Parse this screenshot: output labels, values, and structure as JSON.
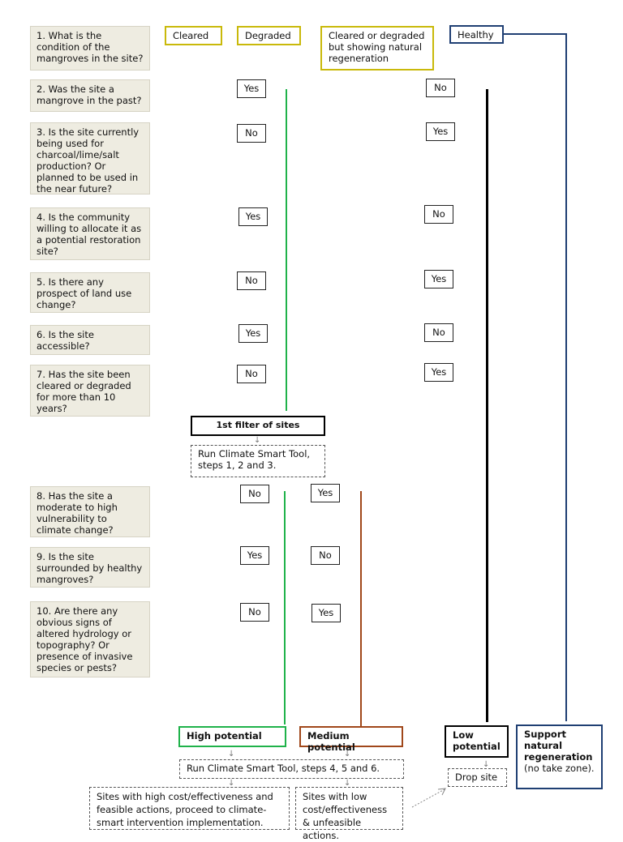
{
  "conditions": {
    "cleared": "Cleared",
    "degraded": "Degraded",
    "regen": "Cleared or degraded but showing natural regeneration",
    "healthy": "Healthy"
  },
  "questions": [
    "1. What is the condition of the mangroves in the site?",
    "2. Was the site a mangrove in the past?",
    "3. Is the site currently being used for charcoal/lime/salt production? Or planned to be used in the near future?",
    "4. Is the community willing to allocate it as a potential restoration site?",
    "5. Is there any prospect of land use change?",
    "6. Is the site accessible?",
    "7. Has the site been cleared or degraded for more than 10 years?",
    "8. Has the site a moderate to high vulnerability to climate change?",
    "9. Is the site surrounded by healthy mangroves?",
    "10. Are there any obvious signs of altered hydrology or topography? Or presence of invasive species or pests?"
  ],
  "answers": {
    "q2": {
      "a": "Yes",
      "b": "No"
    },
    "q3": {
      "a": "No",
      "b": "Yes"
    },
    "q4": {
      "a": "Yes",
      "b": "No"
    },
    "q5": {
      "a": "No",
      "b": "Yes"
    },
    "q6": {
      "a": "Yes",
      "b": "No"
    },
    "q7": {
      "a": "No",
      "b": "Yes"
    },
    "q8": {
      "a": "No",
      "b": "Yes"
    },
    "q9": {
      "a": "Yes",
      "b": "No"
    },
    "q10": {
      "a": "No",
      "b": "Yes"
    }
  },
  "filter": {
    "first": "1st filter of sites",
    "tool_1": "Run Climate Smart Tool, steps 1, 2 and 3.",
    "tool_2": "Run Climate Smart Tool, steps 4, 5 and 6."
  },
  "outcomes": {
    "high": "High potential",
    "medium": "Medium potential",
    "low": "Low potential",
    "support": "Support natural regeneration",
    "support_note": "(no take zone).",
    "drop": "Drop site",
    "high_action": "Sites with high cost/effectiveness and feasible actions, proceed to climate-smart intervention implementation.",
    "medium_action": "Sites with low cost/effectiveness & unfeasible actions."
  },
  "colors": {
    "question_fill": "#eeece1",
    "condition_border": "#c9b90a",
    "healthy_border": "#1f3f73",
    "green_path": "#1fb24a",
    "brown_path": "#a0471a",
    "black_path": "#000000"
  }
}
